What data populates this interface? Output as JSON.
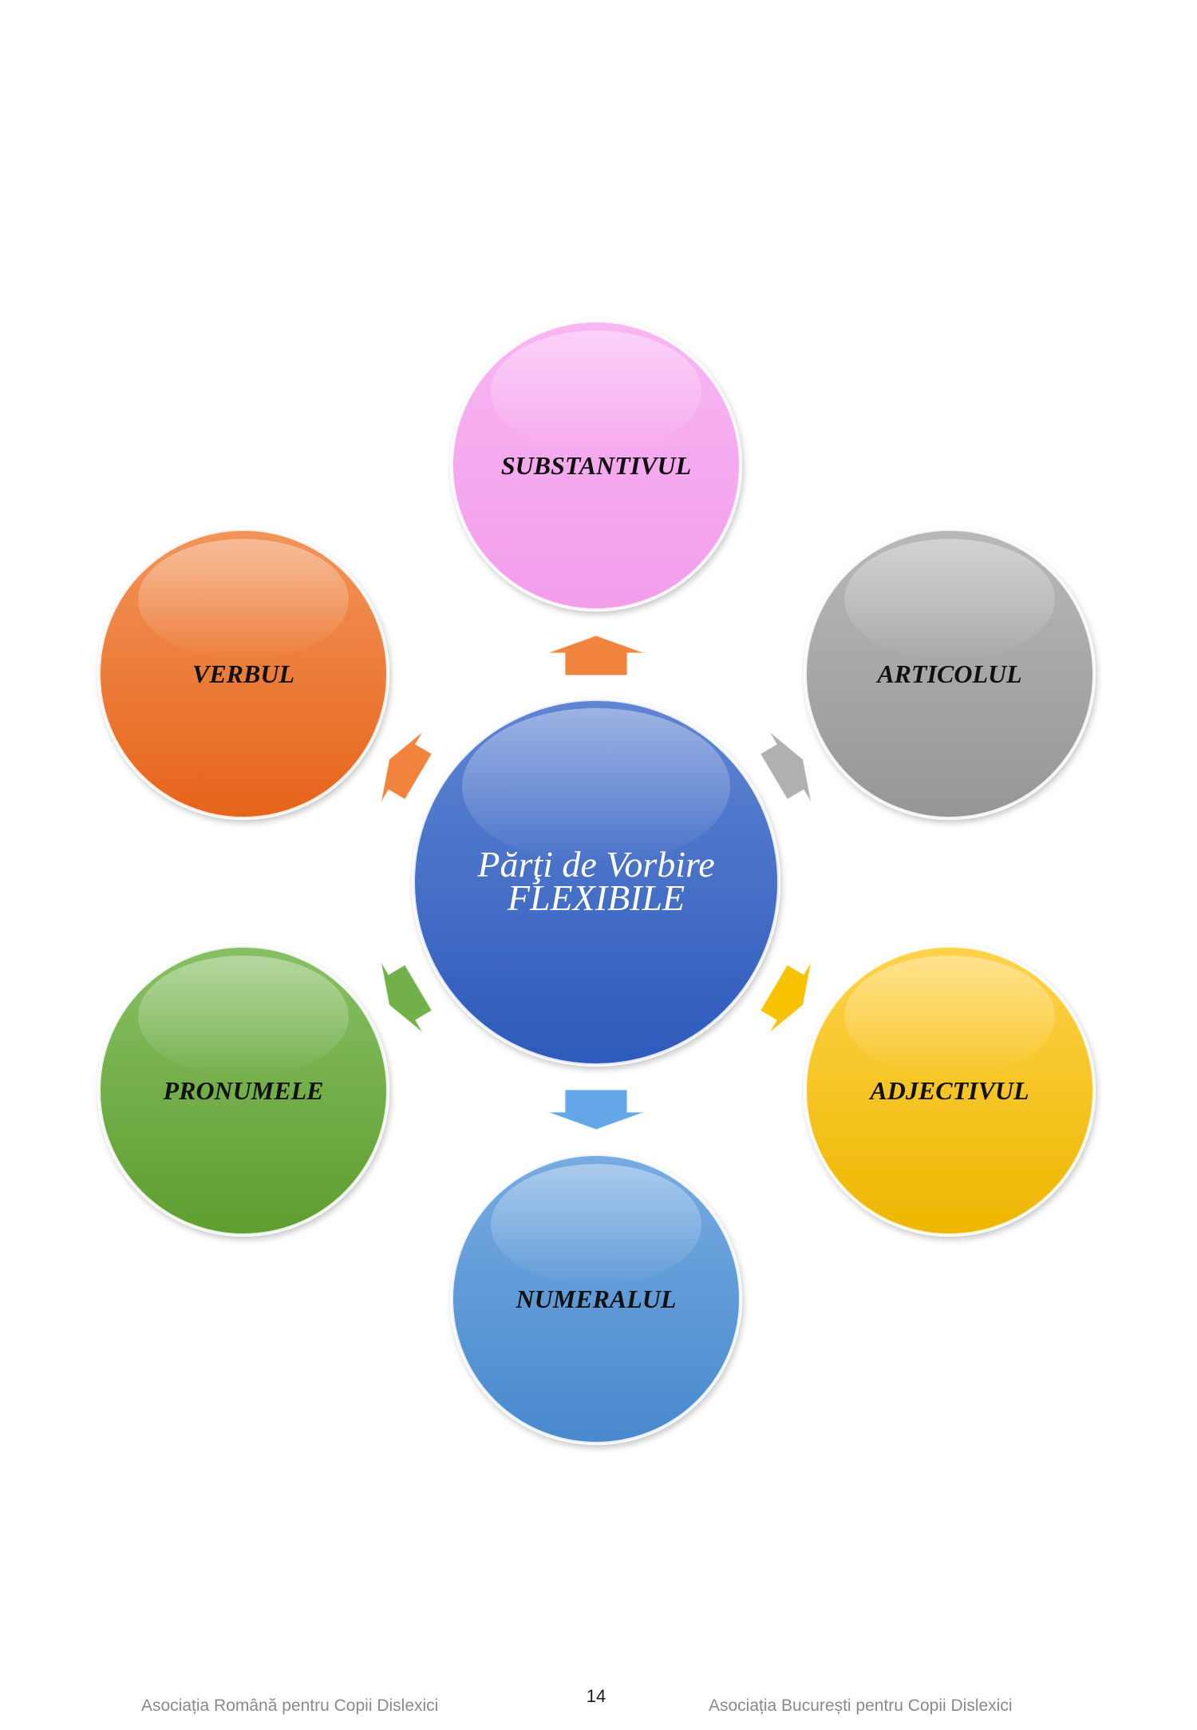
{
  "diagram": {
    "center": {
      "title_line1": "Părţi de Vorbire",
      "title_line2": "FLEXIBILE",
      "color_top": "#6085D3",
      "color_bottom": "#2D5ABB",
      "text_color": "#FFFFFF"
    },
    "nodes": [
      {
        "label": "SUBSTANTIVUL",
        "color_top": "#F8B6F2",
        "color_bottom": "#F29DEB",
        "arrow_color": "#F0843F"
      },
      {
        "label": "ARTICOLUL",
        "color_top": "#B8B8B8",
        "color_bottom": "#969696",
        "arrow_color": "#B0B0B0"
      },
      {
        "label": "ADJECTIVUL",
        "color_top": "#FFD24A",
        "color_bottom": "#EDB700",
        "arrow_color": "#F7C300"
      },
      {
        "label": "NUMERALUL",
        "color_top": "#77ABE1",
        "color_bottom": "#4889CD",
        "arrow_color": "#63A7E8"
      },
      {
        "label": "PRONUMELE",
        "color_top": "#88BF65",
        "color_bottom": "#5E9E2F",
        "arrow_color": "#72B04A"
      },
      {
        "label": "VERBUL",
        "color_top": "#F29459",
        "color_bottom": "#E6641A",
        "arrow_color": "#F0843F"
      }
    ]
  },
  "footer": {
    "left_text": "Asociația Română pentru Copii Dislexici",
    "page_number": "14",
    "right_text": "Asociația București pentru Copii Dislexici",
    "text_color": "#8A8A8A"
  }
}
